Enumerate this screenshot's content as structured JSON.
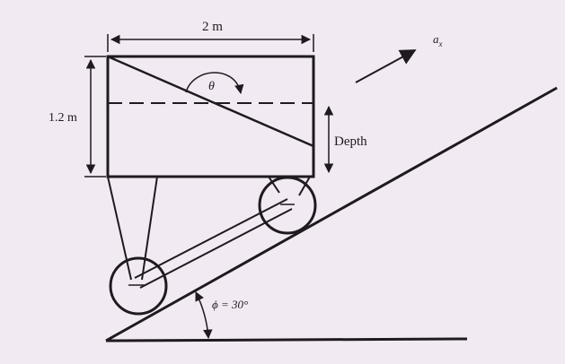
{
  "labels": {
    "width": "2 m",
    "height": "1.2 m",
    "depth": "Depth",
    "angle_theta": "θ",
    "acceleration": "a",
    "acceleration_subscript": "x",
    "incline_angle": "ϕ = 30°"
  }
}
